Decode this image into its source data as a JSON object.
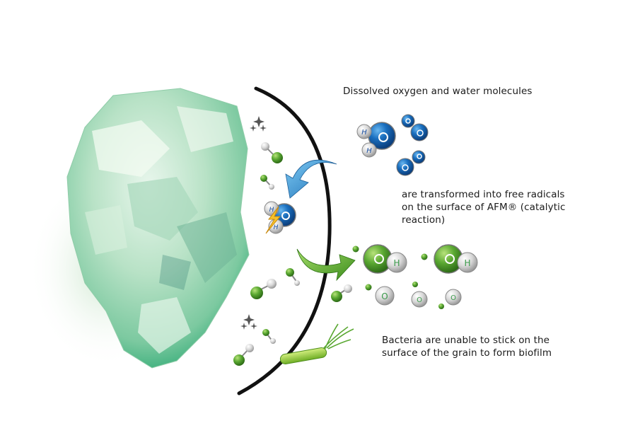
{
  "labels": {
    "dissolved": "Dissolved oxygen and water molecules",
    "transformed_line1": "are transformed into free radicals",
    "transformed_line2": "on the surface of AFM® (catalytic",
    "transformed_line3": "reaction)",
    "bacteria_line1": "Bacteria are unable to stick on the",
    "bacteria_line2": "surface of the grain to form biofilm"
  },
  "atoms": {
    "hydrogen": "H",
    "oxygen": "O"
  },
  "colors": {
    "blue_molecule": "#1a6fbf",
    "green_radical": "#5aa832",
    "grey_atom": "#c8c8c8",
    "crystal": "#9fd6b4",
    "arrow_blue": "#2c8fd0",
    "arrow_green": "#56ad2c",
    "boundary": "#111111",
    "text": "#1a1a1a"
  }
}
